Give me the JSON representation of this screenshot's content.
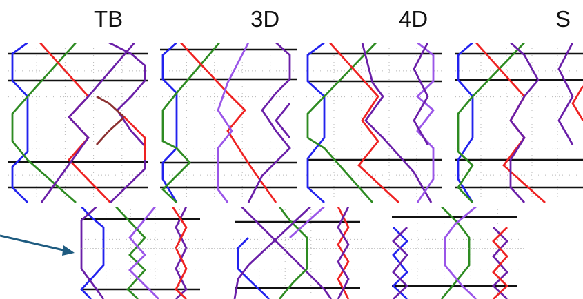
{
  "columns": [
    {
      "label": "TB"
    },
    {
      "label": "3D"
    },
    {
      "label": "4D"
    },
    {
      "label": "S"
    }
  ],
  "colors": {
    "black": "#111111",
    "blue": "#2222ee",
    "green": "#2e8b22",
    "red": "#ee2222",
    "purple": "#6a1fa8",
    "violet": "#9a55e8",
    "brown": "#8b3030",
    "grid": "#b8b8b8",
    "arrow": "#1e5b80"
  },
  "top_row_diagrams": 4,
  "bottom_row_diagrams": 3,
  "pointer": {
    "color": "#1e5b80"
  }
}
